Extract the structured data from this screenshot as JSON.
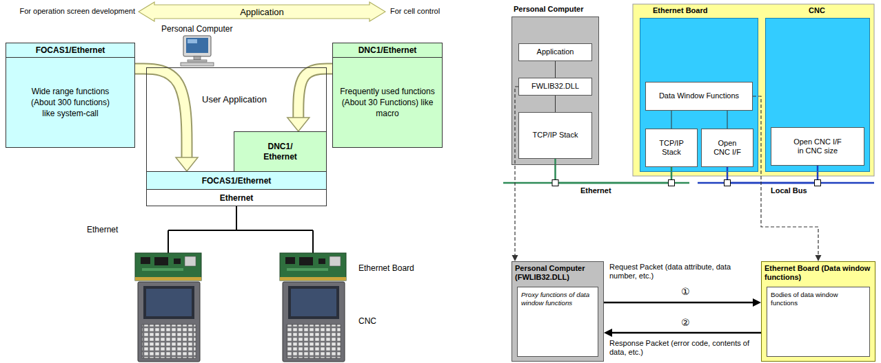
{
  "diagram": {
    "nodes": [
      {
        "text": [
          "Application"
        ]
      },
      {
        "text": [
          "FOCAS1/Ethernet",
          "Wide range functions (About 300 functions) like system-call"
        ]
      },
      {
        "text": [
          "User Application"
        ]
      },
      {
        "text": [
          "DNC1/ Ethernet"
        ],
        "in": 2
      },
      {
        "text": [
          "FOCAS1/Ethernet"
        ],
        "in": 2
      },
      {
        "text": [
          "Ethernet"
        ],
        "in": 2
      },
      {
        "text": [
          "DNC1/Ethernet",
          "Frequently used functions (About 30 Functions) like macro"
        ]
      },
      {
        "text": [
          "Personal Computer"
        ]
      },
      {
        "text": [
          "Application"
        ],
        "in": 7
      },
      {
        "text": [
          "FWLIB32.DLL"
        ],
        "in": 7
      },
      {
        "text": [
          "TCP/IP Stack"
        ],
        "in": 7
      },
      {
        "text": [
          "Ethernet Board"
        ]
      },
      {
        "text": [
          "Data Window Functions"
        ],
        "in": 11
      },
      {
        "text": [
          "TCP/IP Stack"
        ],
        "in": 11
      },
      {
        "text": [
          "Open CNC I/F"
        ],
        "in": 11
      },
      {
        "text": [
          "CNC"
        ]
      },
      {
        "text": [
          "Open CNC I/F in CNC size"
        ],
        "in": 15
      },
      {
        "text": [
          "Personal Computer (FWLIB32.DLL)"
        ]
      },
      {
        "text": [
          "Proxy functions of data window functions"
        ],
        "in": 17
      },
      {
        "text": [
          "Ethernet Board (Data window functions)"
        ]
      },
      {
        "text": [
          "Bodies of data window functions"
        ],
        "in": 19
      }
    ],
    "edges": [
      {
        "from": 1,
        "to": 4,
        "arrow": "to"
      },
      {
        "from": 6,
        "to": 3,
        "arrow": "to"
      },
      {
        "from": 8,
        "to": 9,
        "arrow": "none"
      },
      {
        "from": 9,
        "to": 10,
        "arrow": "none"
      },
      {
        "from": 10,
        "to": 13,
        "arrow": "none",
        "label": "Ethernet"
      },
      {
        "from": 12,
        "to": 13,
        "arrow": "none"
      },
      {
        "from": 12,
        "to": 14,
        "arrow": "none"
      },
      {
        "from": 14,
        "to": 16,
        "arrow": "none",
        "label": "Local Bus"
      },
      {
        "from": 9,
        "to": 17,
        "arrow": "to"
      },
      {
        "from": 12,
        "to": 19,
        "arrow": "to"
      },
      {
        "from": 17,
        "to": 19,
        "arrow": "to",
        "label": "Request Packet (data attribute, data number, etc.)"
      },
      {
        "from": 19,
        "to": 17,
        "arrow": "to",
        "label": "Response Packet (error code, contents of data, etc.)"
      }
    ],
    "labels": [
      "For operation screen development",
      "For cell control",
      "Personal Computer",
      "Ethernet",
      "Ethernet Board",
      "CNC",
      "①",
      "②"
    ]
  }
}
